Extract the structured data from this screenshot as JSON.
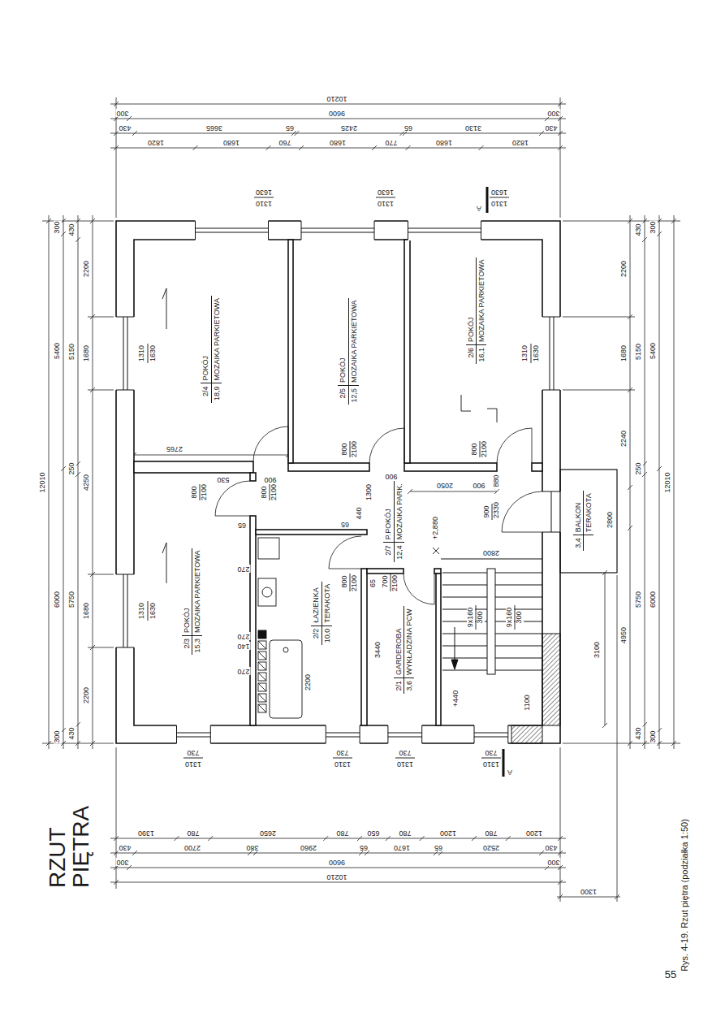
{
  "diagram": {
    "title": "RZUT PIĘTRA",
    "caption": "Rys. 4-19. Rzut piętra (podziałka 1:50)",
    "nodes": [
      {
        "text": [
          "2/4",
          "18,9",
          "POKÓJ",
          "MOZAIKA PARKIETOWA"
        ]
      },
      {
        "text": [
          "2/5",
          "12,5",
          "POKÓJ",
          "MOZAIKA PARKIETOWA"
        ]
      },
      {
        "text": [
          "2/6",
          "16,1",
          "POKÓJ",
          "MOZAIKA PARKIETOWA"
        ]
      },
      {
        "text": [
          "2/3",
          "15,3",
          "POKÓJ",
          "MOZAIKA PARKIETOWA"
        ]
      },
      {
        "text": [
          "2/7",
          "12,4",
          "P.POKÓJ",
          "MOZAIKA PARK."
        ]
      },
      {
        "text": [
          "2/2",
          "10,0",
          "ŁAZIENKA",
          "TERAKOTA"
        ]
      },
      {
        "text": [
          "2/1",
          "3,6",
          "GARDEROBA",
          "WYKŁADZINA PCW"
        ]
      },
      {
        "text": [
          "3,4",
          "BALKON",
          "TERAKOTA"
        ]
      }
    ],
    "labels": [
      "10210",
      "300",
      "9600",
      "300",
      "430",
      "3665",
      "65",
      "2425",
      "65",
      "3130",
      "430",
      "1820",
      "1680",
      "760",
      "1680",
      "770",
      "1680",
      "1820",
      "1630",
      "1310",
      "1630",
      "1310",
      "1630",
      "1310",
      "A",
      "12010",
      "300",
      "5400",
      "6000",
      "300",
      "430",
      "5150",
      "250",
      "5750",
      "430",
      "2200",
      "1680",
      "4250",
      "1680",
      "2200",
      "1310",
      "1630",
      "1310",
      "1630",
      "1310",
      "1630",
      "2200",
      "1680",
      "2240",
      "4950",
      "430",
      "5150",
      "250",
      "5750",
      "430",
      "300",
      "5400",
      "6000",
      "300",
      "12010",
      "730",
      "1310",
      "730",
      "1310",
      "730",
      "1310",
      "730",
      "1310",
      "A",
      "1390",
      "780",
      "2650",
      "780",
      "650",
      "780",
      "1200",
      "780",
      "1200",
      "430",
      "2700",
      "380",
      "2960",
      "65",
      "1670",
      "65",
      "2520",
      "430",
      "300",
      "9600",
      "300",
      "10210",
      "1300",
      "2765",
      "900",
      "800",
      "2100",
      "530",
      "800",
      "2100",
      "65",
      "800",
      "2100",
      "1300",
      "900",
      "440",
      "65",
      "2050",
      "900",
      "880",
      "800",
      "2100",
      "900",
      "2330",
      "+2,880",
      "800",
      "2100",
      "700",
      "2100",
      "65",
      "3440",
      "2200",
      "2800",
      "9x160",
      "300",
      "9x160",
      "300",
      "+440",
      "1100",
      "3100",
      "2800",
      "270",
      "270",
      "140",
      "270",
      "55"
    ]
  }
}
